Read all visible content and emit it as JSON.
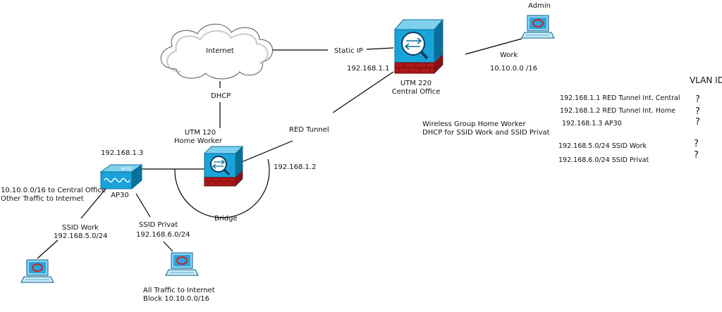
{
  "nodes": {
    "admin": {
      "label": "Admin"
    },
    "internet": {
      "label": "Internet"
    },
    "utm220": {
      "name": "UTM 220",
      "location": "Central Office",
      "ip": "192.168.1.1"
    },
    "utm120": {
      "name": "UTM 120",
      "location": "Home Worker"
    },
    "ap30": {
      "name": "AP30",
      "ip": "192.168.1.3",
      "badge": "AP30"
    }
  },
  "links": {
    "static_ip": "Static IP",
    "work": "Work",
    "work_net": "10.10.0.0 /16",
    "dhcp": "DHCP",
    "red_tunnel": "RED Tunnel",
    "home_red_ip": "192.168.1.2",
    "bridge": "Bridge"
  },
  "notes": {
    "ap_routing_1": "10.10.0.0/16 to Central Office",
    "ap_routing_2": "Other Traffic to Internet",
    "ssid_work_name": "SSID Work",
    "ssid_work_net": "192.168.5.0/24",
    "ssid_privat_name": "SSID Privat",
    "ssid_privat_net": "192.168.6.0/24",
    "privat_client_1": "All Traffic to Internet",
    "privat_client_2": "Block 10.10.0.0/16",
    "wireless_group_1": "Wireless Group Home Worker",
    "wireless_group_2": "DHCP for SSID Work and SSID Privat"
  },
  "vlan_table": {
    "header": "VLAN ID",
    "rows": [
      {
        "text": "192.168.1.1 RED Tunnel Int. Central",
        "vlan": "?"
      },
      {
        "text": "192.168.1.2  RED Tunnel Int. Home",
        "vlan": "?"
      },
      {
        "text": "192.168.1.3   AP30",
        "vlan": "?"
      },
      {
        "text": "192.168.5.0/24 SSID Work",
        "vlan": "?"
      },
      {
        "text": "192.168.6.0/24 SSID Privat",
        "vlan": "?"
      }
    ]
  },
  "colors": {
    "appliance_blue": "#1aa3d8",
    "appliance_dark": "#0b6f9a",
    "firewall_red": "#b01818",
    "pc_blue": "#2aa4dc",
    "pc_red_ring": "#cc2222"
  }
}
